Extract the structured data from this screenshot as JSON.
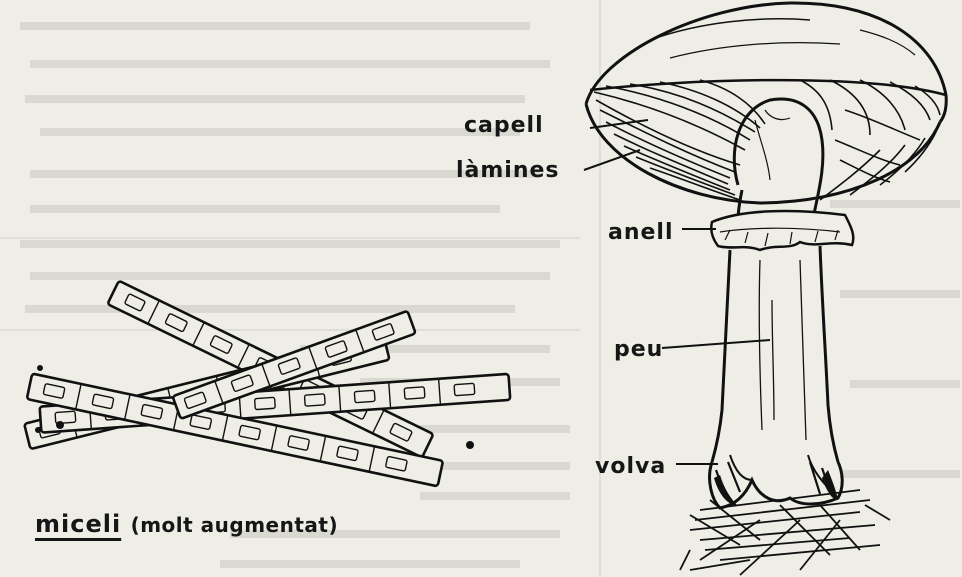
{
  "labels": {
    "capell": "capell",
    "lamines": "làmines",
    "anell": "anell",
    "peu": "peu",
    "volva": "volva",
    "miceli": "miceli",
    "miceli_note": "(molt augmentat)"
  },
  "colors": {
    "paper": "#eeede6",
    "ink": "#161616",
    "bleed_text": "#c3c2bb"
  }
}
